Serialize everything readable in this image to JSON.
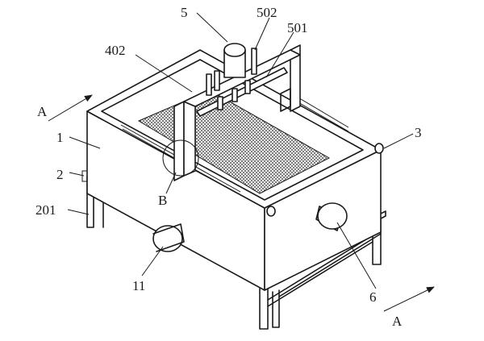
{
  "diagram": {
    "labels": {
      "part_5": "5",
      "part_502": "502",
      "part_501": "501",
      "part_402": "402",
      "part_1": "1",
      "part_2": "2",
      "part_201": "201",
      "part_3": "3",
      "part_6": "6",
      "part_11": "11",
      "detail_b": "B",
      "section_a_top": "A",
      "section_a_bottom": "A"
    }
  }
}
